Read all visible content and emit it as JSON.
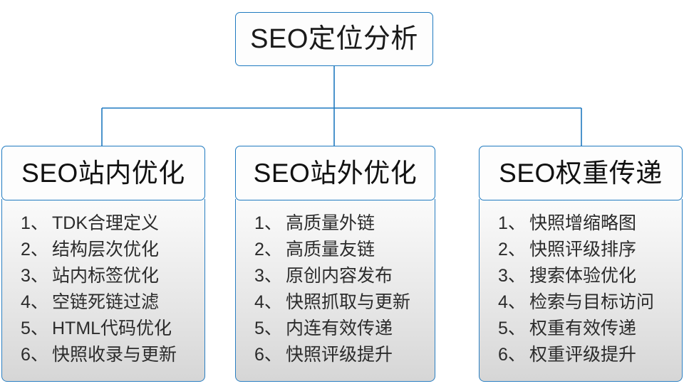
{
  "diagram": {
    "type": "org-tree",
    "accent_color": "#1f7ac0",
    "text_color": "#222222",
    "root": {
      "label": "SEO定位分析"
    },
    "branches": [
      {
        "id": "seo-onsite",
        "title": "SEO站内优化",
        "items": [
          {
            "num": "1、",
            "text": "TDK合理定义"
          },
          {
            "num": "2、",
            "text": "结构层次优化"
          },
          {
            "num": "3、",
            "text": "站内标签优化"
          },
          {
            "num": "4、",
            "text": "空链死链过滤"
          },
          {
            "num": "5、",
            "text": "HTML代码优化"
          },
          {
            "num": "6、",
            "text": "快照收录与更新"
          }
        ]
      },
      {
        "id": "seo-offsite",
        "title": "SEO站外优化",
        "items": [
          {
            "num": "1、",
            "text": "高质量外链"
          },
          {
            "num": "2、",
            "text": "高质量友链"
          },
          {
            "num": "3、",
            "text": "原创内容发布"
          },
          {
            "num": "4、",
            "text": "快照抓取与更新"
          },
          {
            "num": "5、",
            "text": "内连有效传递"
          },
          {
            "num": "6、",
            "text": "快照评级提升"
          }
        ]
      },
      {
        "id": "seo-weight",
        "title": "SEO权重传递",
        "items": [
          {
            "num": "1、",
            "text": "快照增缩略图"
          },
          {
            "num": "2、",
            "text": "快照评级排序"
          },
          {
            "num": "3、",
            "text": "搜索体验优化"
          },
          {
            "num": "4、",
            "text": "检索与目标访问"
          },
          {
            "num": "5、",
            "text": "权重有效传递"
          },
          {
            "num": "6、",
            "text": "权重评级提升"
          }
        ]
      }
    ]
  }
}
